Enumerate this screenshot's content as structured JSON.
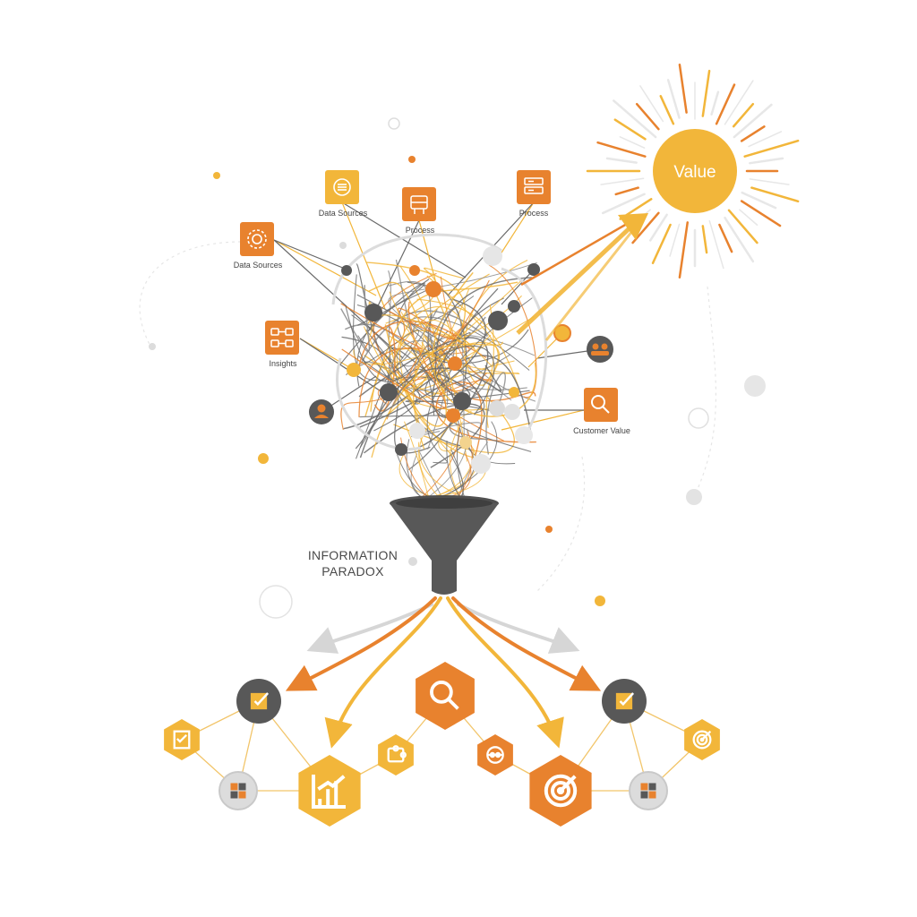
{
  "colors": {
    "orange": "#e8822e",
    "yellow": "#f2b63a",
    "dark": "#585858",
    "light_gray": "#dcdcdc",
    "line_gray": "#6a6a6a"
  },
  "sun": {
    "label": "Value"
  },
  "top_nodes": [
    {
      "label": "Data Sources",
      "icon": "database-icon",
      "color": "yellow"
    },
    {
      "label": "Process",
      "icon": "robot-icon",
      "color": "orange"
    },
    {
      "label": "Process",
      "icon": "server-icon",
      "color": "orange"
    },
    {
      "label": "Data Sources",
      "icon": "gear-icon",
      "color": "orange"
    },
    {
      "label": "Insights",
      "icon": "flow-icon",
      "color": "orange"
    },
    {
      "label": "Customer Value",
      "icon": "search-icon",
      "color": "orange"
    }
  ],
  "funnel": {
    "title_line1": "INFORMATION",
    "title_line2": "PARADOX"
  },
  "bottom_nodes": [
    {
      "icon": "checklist-icon",
      "color": "yellow"
    },
    {
      "icon": "box-icon",
      "color": "light_gray"
    },
    {
      "icon": "bar-chart-icon",
      "color": "yellow"
    },
    {
      "icon": "task-circle-icon",
      "color": "dark"
    },
    {
      "icon": "puzzle-icon",
      "color": "yellow"
    },
    {
      "icon": "search-icon",
      "color": "orange"
    },
    {
      "icon": "network-icon",
      "color": "orange"
    },
    {
      "icon": "target-icon",
      "color": "orange"
    },
    {
      "icon": "task-circle-icon",
      "color": "dark"
    },
    {
      "icon": "cubes-icon",
      "color": "light_gray"
    },
    {
      "icon": "target-icon",
      "color": "yellow"
    }
  ]
}
